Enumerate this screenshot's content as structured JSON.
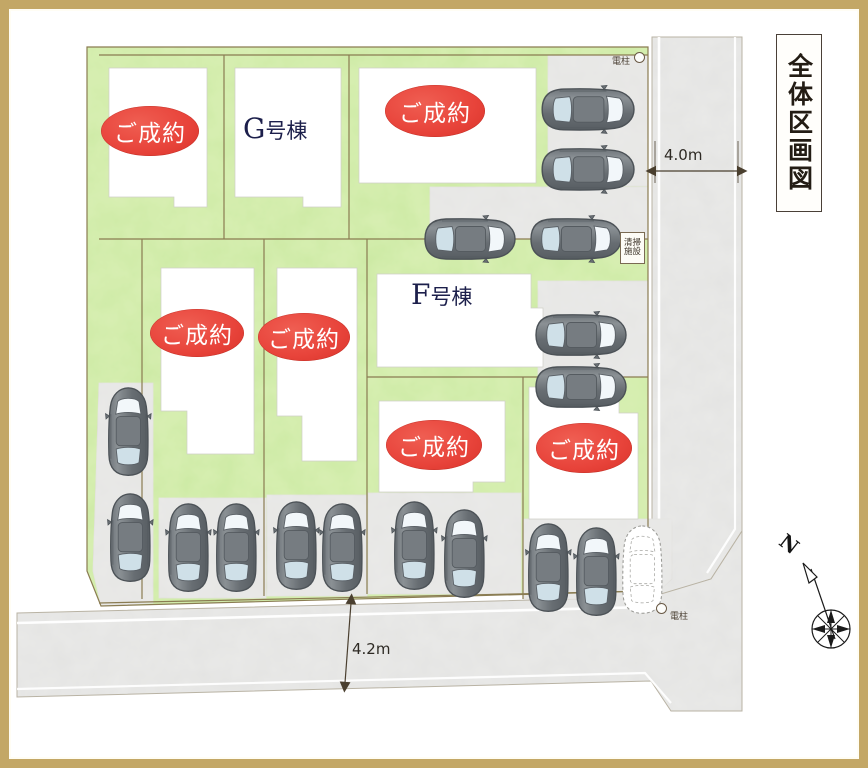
{
  "title": {
    "text": "全体区画図",
    "meaning": "overall-site-plan"
  },
  "legend_colors": {
    "lawn_green": "#b5de85",
    "road_gray": "#d2d2d2",
    "parking_gray": "#dcdcda",
    "building_white": "#ffffff",
    "sold_red": "#e5443a",
    "label_navy": "#1c1f4b",
    "frame_gold": "#c3a766",
    "plot_outline": "#8a7c52"
  },
  "plots": [
    {
      "id": "plot-top-1",
      "status_label": "ご成約",
      "building_name": "",
      "row": "top",
      "col": 1
    },
    {
      "id": "plot-top-2",
      "status_label": "",
      "building_name": "G号棟",
      "building_letter": "G",
      "building_suffix": "号棟",
      "row": "top",
      "col": 2
    },
    {
      "id": "plot-top-3",
      "status_label": "ご成約",
      "building_name": "",
      "row": "top",
      "col": 3
    },
    {
      "id": "plot-mid-1",
      "status_label": "ご成約",
      "building_name": "",
      "row": "middle",
      "col": 1
    },
    {
      "id": "plot-mid-2",
      "status_label": "ご成約",
      "building_name": "",
      "row": "middle",
      "col": 2
    },
    {
      "id": "plot-mid-3",
      "status_label": "",
      "building_name": "F号棟",
      "building_letter": "F",
      "building_suffix": "号棟",
      "row": "middle",
      "col": 3
    },
    {
      "id": "plot-bottom-1",
      "status_label": "ご成約",
      "building_name": "",
      "row": "bottom",
      "col": 1
    },
    {
      "id": "plot-bottom-2",
      "status_label": "ご成約",
      "building_name": "",
      "row": "bottom",
      "col": 2
    }
  ],
  "annotations": {
    "pole_top": "電柱",
    "pole_bottom": "電柱",
    "facility_line1": "清掃",
    "facility_line2": "施設"
  },
  "dimensions": {
    "east_road": "4.0m",
    "south_road": "4.2m"
  },
  "compass": {
    "north_label": "N"
  },
  "parking": {
    "total_stalls": 17,
    "vacant_outline_stalls": 1
  }
}
